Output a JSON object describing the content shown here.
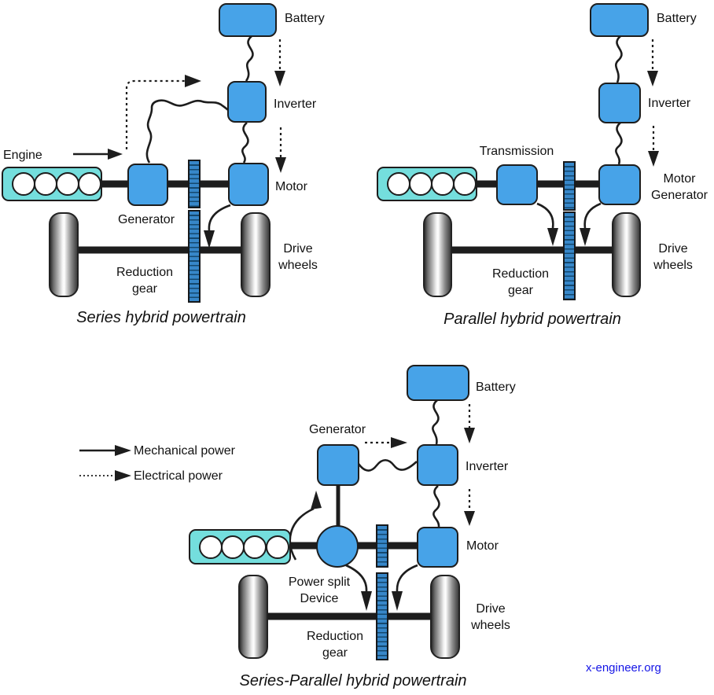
{
  "colors": {
    "box_blue": "#47a3e8",
    "engine_cyan": "#74dedd",
    "gear_blue": "#3787c9",
    "line_black": "#1d1d1d",
    "watermark_blue": "#1414e6"
  },
  "legend": {
    "mechanical": "Mechanical power",
    "electrical": "Electrical power"
  },
  "watermark": "x-engineer.org",
  "series": {
    "caption": "Series hybrid powertrain",
    "battery": "Battery",
    "inverter": "Inverter",
    "motor": "Motor",
    "engine": "Engine",
    "generator": "Generator",
    "reduction_gear": "Reduction gear",
    "drive_wheels": "Drive wheels"
  },
  "parallel": {
    "caption": "Parallel hybrid powertrain",
    "battery": "Battery",
    "inverter": "Inverter",
    "motor_generator": "Motor Generator",
    "transmission": "Transmission",
    "reduction_gear": "Reduction gear",
    "drive_wheels": "Drive wheels"
  },
  "series_parallel": {
    "caption": "Series-Parallel hybrid powertrain",
    "battery": "Battery",
    "inverter": "Inverter",
    "motor": "Motor",
    "generator": "Generator",
    "power_split": "Power split Device",
    "reduction_gear": "Reduction gear",
    "drive_wheels": "Drive wheels"
  }
}
